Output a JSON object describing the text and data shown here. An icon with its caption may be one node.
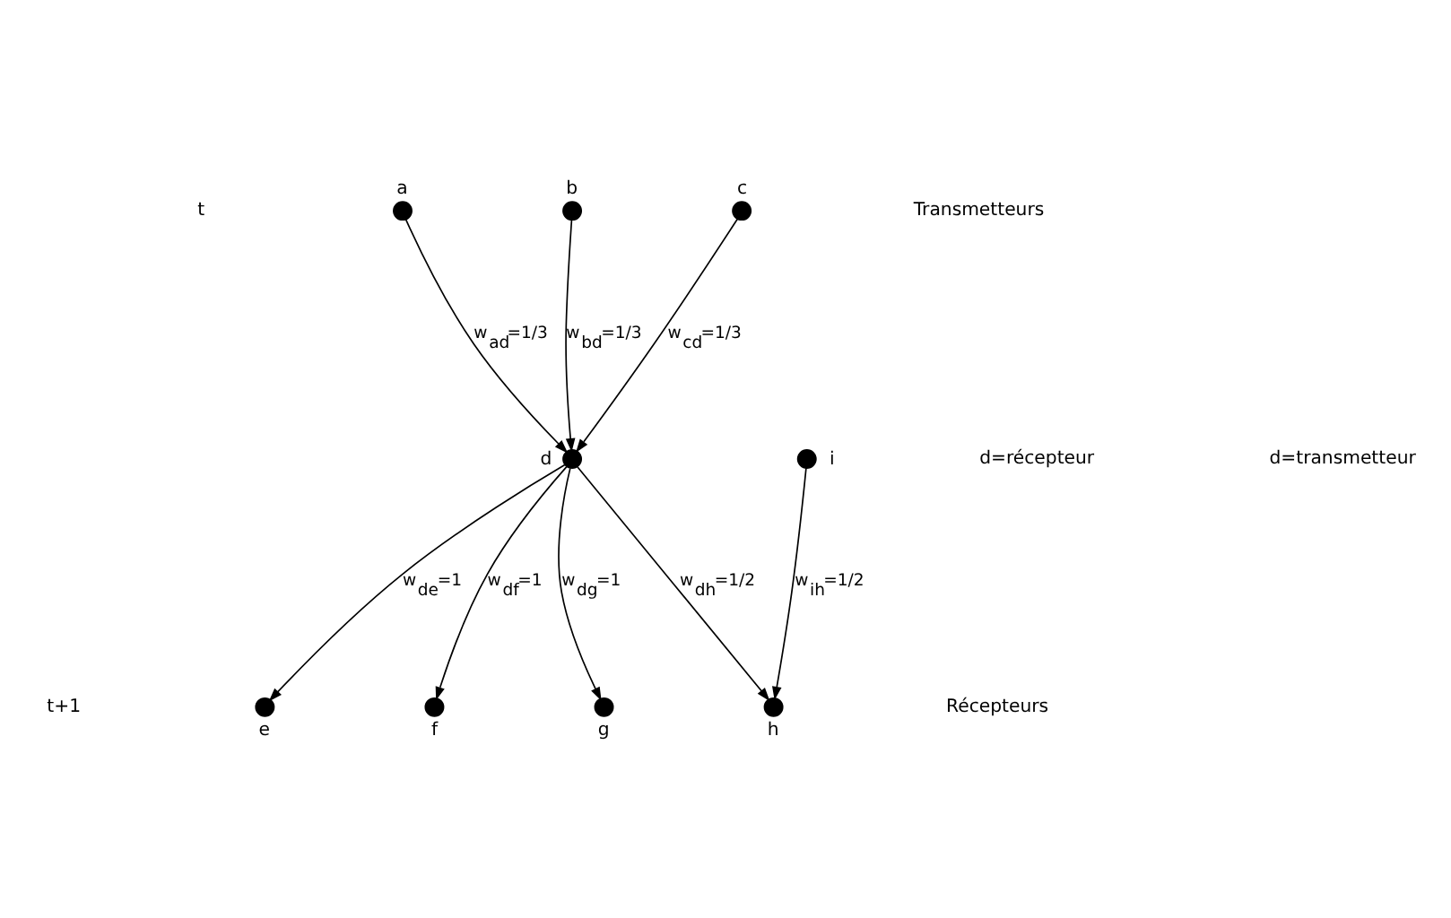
{
  "diagram": {
    "nodes": [
      {
        "text": [],
        "shape": "circle",
        "beside": [
          "a"
        ]
      },
      {
        "text": [],
        "shape": "circle",
        "beside": [
          "b"
        ]
      },
      {
        "text": [],
        "shape": "circle",
        "beside": [
          "c"
        ]
      },
      {
        "text": [],
        "shape": "circle",
        "beside": [
          "d"
        ]
      },
      {
        "text": [],
        "shape": "circle",
        "beside": [
          "i"
        ]
      },
      {
        "text": [],
        "shape": "circle",
        "beside": [
          "e"
        ]
      },
      {
        "text": [],
        "shape": "circle",
        "beside": [
          "f"
        ]
      },
      {
        "text": [],
        "shape": "circle",
        "beside": [
          "g"
        ]
      },
      {
        "text": [],
        "shape": "circle",
        "beside": [
          "h"
        ]
      }
    ],
    "edges": [
      {
        "from": 0,
        "to": 3,
        "arrow": "to",
        "label": "w$_{ad}$=1/3"
      },
      {
        "from": 1,
        "to": 3,
        "arrow": "to",
        "label": "w$_{bd}$=1/3"
      },
      {
        "from": 2,
        "to": 3,
        "arrow": "to",
        "label": "w$_{cd}$=1/3"
      },
      {
        "from": 3,
        "to": 5,
        "arrow": "to",
        "label": "w$_{de}$=1"
      },
      {
        "from": 3,
        "to": 6,
        "arrow": "to",
        "label": "w$_{df}$=1"
      },
      {
        "from": 3,
        "to": 7,
        "arrow": "to",
        "label": "w$_{dg}$=1"
      },
      {
        "from": 3,
        "to": 8,
        "arrow": "to",
        "label": "w$_{dh}$=1/2"
      },
      {
        "from": 4,
        "to": 8,
        "arrow": "to",
        "label": "w$_{ih}$=1/2"
      }
    ],
    "labels": [
      "Transmetteurs",
      "t",
      "d=récepteur",
      "d=transmetteur",
      "t+1",
      "Récepteurs"
    ]
  }
}
